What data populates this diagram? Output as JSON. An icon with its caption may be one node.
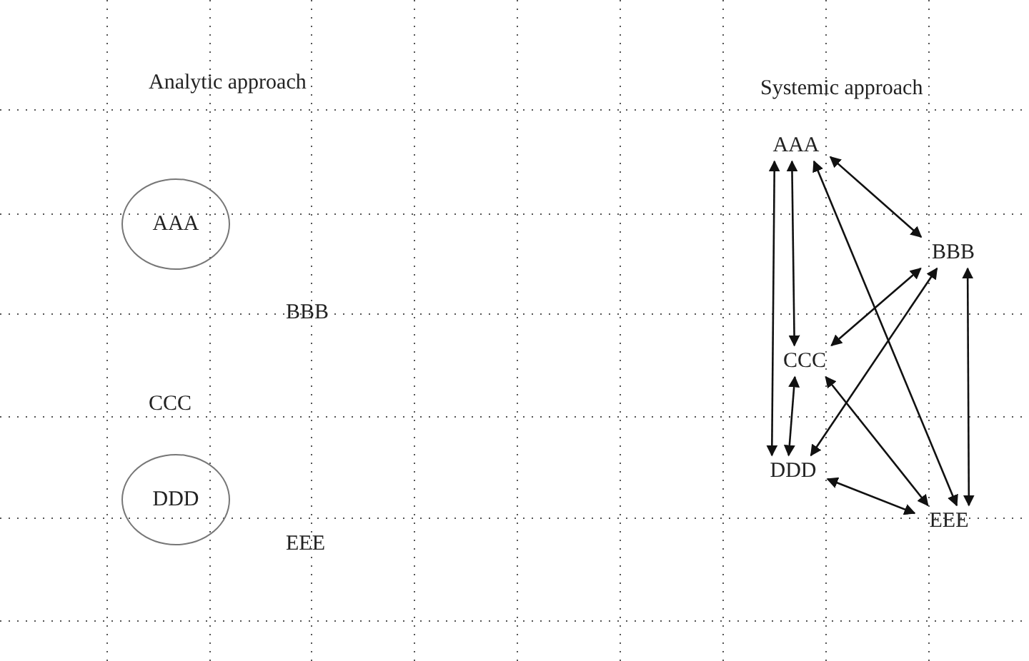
{
  "diagram": {
    "nodes": [
      {
        "text": [
          "AAA"
        ]
      },
      {
        "text": [
          "DDD"
        ]
      },
      {
        "text": [
          "AAA"
        ]
      },
      {
        "text": [
          "BBB"
        ]
      },
      {
        "text": [
          "CCC"
        ]
      },
      {
        "text": [
          "DDD"
        ]
      },
      {
        "text": [
          "EEE"
        ]
      }
    ],
    "edges": [
      {
        "from": 2,
        "to": 3,
        "arrow": "both"
      },
      {
        "from": 2,
        "to": 4,
        "arrow": "both"
      },
      {
        "from": 2,
        "to": 5,
        "arrow": "both"
      },
      {
        "from": 2,
        "to": 6,
        "arrow": "both"
      },
      {
        "from": 3,
        "to": 4,
        "arrow": "both"
      },
      {
        "from": 3,
        "to": 5,
        "arrow": "both"
      },
      {
        "from": 3,
        "to": 6,
        "arrow": "both"
      },
      {
        "from": 4,
        "to": 5,
        "arrow": "both"
      },
      {
        "from": 4,
        "to": 6,
        "arrow": "both"
      },
      {
        "from": 5,
        "to": 6,
        "arrow": "both"
      }
    ],
    "labels": [
      "Analytic approach",
      "Systemic approach",
      "BBB",
      "CCC",
      "EEE"
    ]
  }
}
